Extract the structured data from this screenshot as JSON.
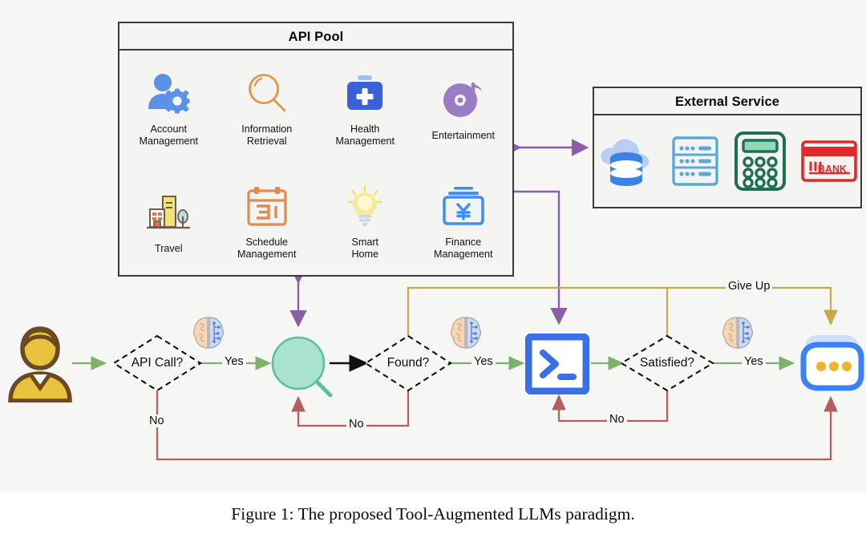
{
  "figure": {
    "caption": "Figure 1: The proposed Tool-Augmented LLMs paradigm."
  },
  "api_pool": {
    "title": "API Pool",
    "items": [
      {
        "label": "Account\nManagement",
        "icon": "person-gear-icon",
        "color": "#5b92e8"
      },
      {
        "label": "Information\nRetrieval",
        "icon": "magnifier-icon",
        "color": "#ef8c3a"
      },
      {
        "label": "Health\nManagement",
        "icon": "first-aid-kit-icon",
        "color": "#3b61d8"
      },
      {
        "label": "Entertainment",
        "icon": "music-disc-icon",
        "color": "#9b7cc4"
      },
      {
        "label": "Travel",
        "icon": "buildings-tree-icon",
        "color": "#e8a04a"
      },
      {
        "label": "Schedule\nManagement",
        "icon": "calendar-31-icon",
        "color": "#e08a52"
      },
      {
        "label": "Smart\nHome",
        "icon": "lightbulb-icon",
        "color": "#f2e06a"
      },
      {
        "label": "Finance\nManagement",
        "icon": "yen-wallet-icon",
        "color": "#3f8ef7"
      }
    ]
  },
  "external_service": {
    "title": "External Service",
    "items": [
      {
        "icon": "cloud-database-icon",
        "color": "#3b82e8"
      },
      {
        "icon": "server-rack-icon",
        "color": "#5aa9d6"
      },
      {
        "icon": "calculator-icon",
        "color": "#1f6f56"
      },
      {
        "icon": "bank-card-icon",
        "color": "#e02a2a",
        "text": "BANK"
      }
    ]
  },
  "flow": {
    "nodes": [
      {
        "id": "user",
        "name": "user-avatar-icon",
        "label": ""
      },
      {
        "id": "api_call",
        "name": "decision-api-call",
        "label": "API Call?"
      },
      {
        "id": "retriever",
        "name": "retriever-magnifier-icon",
        "label": ""
      },
      {
        "id": "found",
        "name": "decision-found",
        "label": "Found?"
      },
      {
        "id": "terminal",
        "name": "terminal-icon",
        "label": ""
      },
      {
        "id": "satisfied",
        "name": "decision-satisfied",
        "label": "Satisfied?"
      },
      {
        "id": "response",
        "name": "chat-response-icon",
        "label": ""
      }
    ],
    "brains": [
      {
        "name": "llm-brain-icon-1"
      },
      {
        "name": "llm-brain-icon-2"
      },
      {
        "name": "llm-brain-icon-3"
      }
    ],
    "edge_labels": {
      "yes_1": "Yes",
      "yes_2": "Yes",
      "yes_3": "Yes",
      "no_1": "No",
      "no_2": "No",
      "no_3": "No",
      "give_up": "Give Up"
    }
  },
  "colors": {
    "green_arrow": "#7cb26a",
    "red_arrow": "#b85c5c",
    "purple_arrow": "#8a5fa8",
    "gold_arrow": "#c9a84c",
    "black_arrow": "#111111",
    "panel_border": "#3a3a3a",
    "background": "#f6f6f5"
  }
}
